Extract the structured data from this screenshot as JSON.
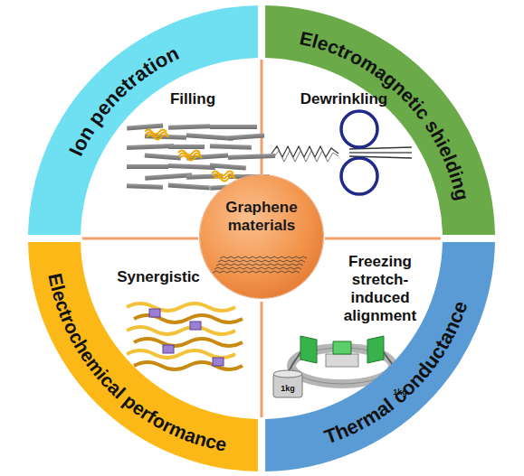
{
  "diagram": {
    "nodes": [
      {
        "text": [
          "Ion penetration"
        ]
      },
      {
        "text": [
          "Electromagnetic shielding"
        ]
      },
      {
        "text": [
          "Graphene materials"
        ]
      },
      {
        "text": [
          "Electrochemical performance"
        ]
      },
      {
        "text": [
          "Thermal conductance"
        ]
      }
    ],
    "labels": [
      "Filling",
      "Dewrinkling",
      "Synergistic",
      "Freezing stretch-induced alignment",
      "1kg",
      "1kg"
    ]
  }
}
